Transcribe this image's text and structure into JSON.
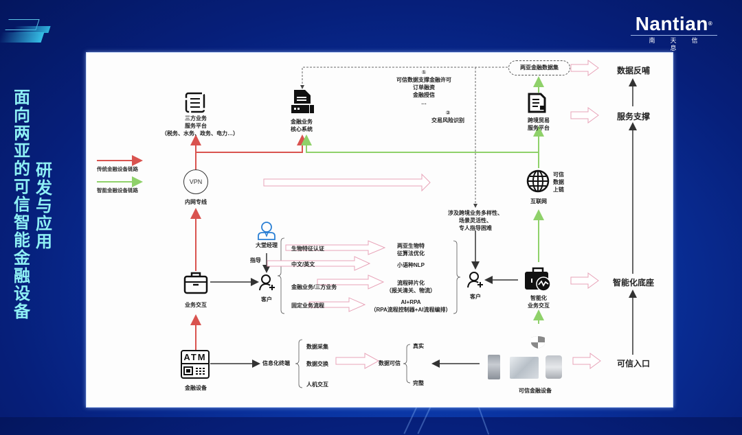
{
  "header": {
    "logo_word": "Nantian",
    "logo_reg": "®",
    "logo_sub": "南天信息",
    "title_line1": "面向两亚的可信智能金融设备",
    "title_line2": "研发与应用"
  },
  "legend": {
    "traditional": "传统金融设备链路",
    "smart": "智能金融设备链路",
    "colors": {
      "traditional": "#d9534f",
      "smart": "#8fd16a",
      "hollow_arrow": "#e8a3b8",
      "line": "#333333"
    }
  },
  "nodes": {
    "third_party": {
      "line1": "三方业务",
      "line2": "服务平台",
      "line3": "（税务、水务、政务、电力…）",
      "icon": "document-list-icon"
    },
    "core_system": {
      "line1": "金融业务",
      "line2": "核心系统",
      "icon": "server-document-icon"
    },
    "vpn": {
      "label": "内网专线",
      "icon_text": "VPN"
    },
    "business_interaction": {
      "label": "业务交互",
      "icon": "briefcase-icon"
    },
    "atm": {
      "label": "金融设备",
      "icon_text": "ATM"
    },
    "lobby_manager": {
      "label": "大堂经理",
      "icon": "manager-icon"
    },
    "guide": "指导",
    "customer_left": {
      "label": "客户",
      "icon": "user-add-icon"
    },
    "customer_right": {
      "label": "客户",
      "icon": "user-add-icon"
    },
    "info_terminal": "信息化终端",
    "data_trusted": "数据可信",
    "cross_border": {
      "line1": "跨境贸易",
      "line2": "服务平台",
      "icon": "document-icon"
    },
    "dataset": "两亚金融数据集",
    "internet": {
      "label": "互联网",
      "side": [
        "可信",
        "数据",
        "上链"
      ],
      "icon": "globe-icon"
    },
    "smart_interaction": {
      "line1": "智能化",
      "line2": "业务交互",
      "icon": "smart-briefcase-icon"
    },
    "trusted_devices": "可信金融设备",
    "cross_note": [
      "涉及跨境业务多样性、",
      "场景灵活性、",
      "专人指导困难"
    ]
  },
  "notes": {
    "n1_marker": "①",
    "n1_lines": [
      "可信数据支撑金融许可",
      "订单融资",
      "金融授信",
      "…"
    ],
    "n2_marker": "②",
    "n2_text": "交易风险识别"
  },
  "features": [
    {
      "left": "生物特征认证",
      "right": [
        "两亚生物特",
        "征算法优化"
      ]
    },
    {
      "left": "中文/英文",
      "right": [
        "小语种NLP"
      ]
    },
    {
      "left": "金融业务/三方业务",
      "right": [
        "流程碎片化",
        "（报关清关、物流）"
      ]
    },
    {
      "left": "固定业务流程",
      "right": [
        "AI+RPA",
        "（RPA流程控制器+AI流程编排）"
      ]
    }
  ],
  "terminal_functions": [
    "数据采集",
    "数据交换",
    "人机交互"
  ],
  "trust_props": [
    "真实",
    "完整"
  ],
  "levels": [
    "数据反哺",
    "服务支撑",
    "智能化底座",
    "可信入口"
  ]
}
